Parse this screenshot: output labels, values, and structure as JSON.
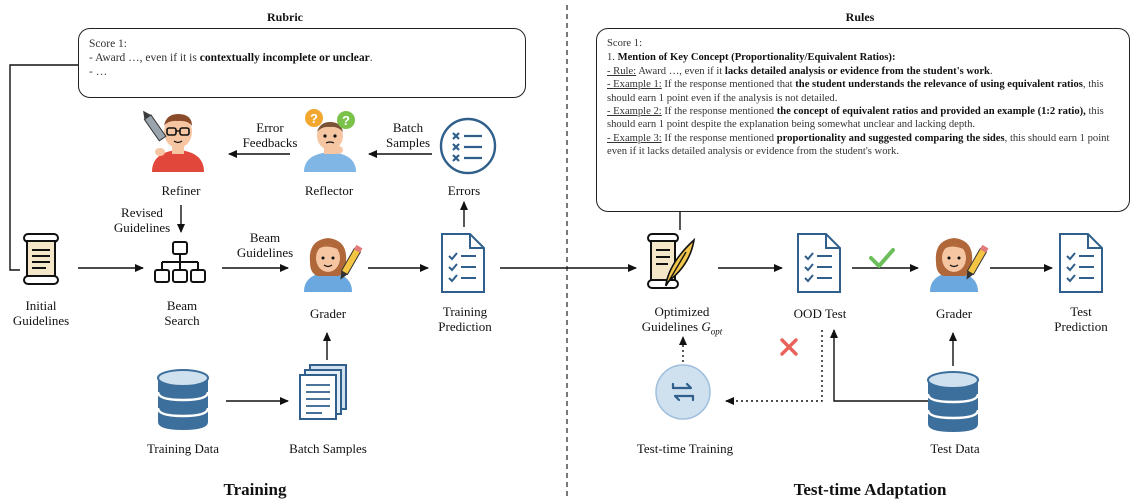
{
  "training": {
    "section_title": "Training",
    "rubric_title": "Rubric",
    "rubric_box": {
      "line1": "Score 1:",
      "line2_prefix": "- Award …, even if it is ",
      "line2_bold": "contextually incomplete or unclear",
      "line2_suffix": ".",
      "line3": "- …"
    },
    "nodes": {
      "refiner": "Refiner",
      "reflector": "Reflector",
      "errors": "Errors",
      "initial_guidelines": [
        "Initial",
        "Guidelines"
      ],
      "beam_search": [
        "Beam",
        "Search"
      ],
      "grader": "Grader",
      "training_prediction": [
        "Training",
        "Prediction"
      ],
      "training_data": "Training Data",
      "batch_samples": "Batch Samples"
    },
    "edges": {
      "error_feedbacks": [
        "Error",
        "Feedbacks"
      ],
      "batch_samples": [
        "Batch",
        "Samples"
      ],
      "revised_guidelines": [
        "Revised",
        "Guidelines"
      ],
      "beam_guidelines": [
        "Beam",
        "Guidelines"
      ]
    }
  },
  "adaptation": {
    "section_title": "Test-time Adaptation",
    "rules_title": "Rules",
    "rules_box": {
      "score": "Score 1:",
      "item_prefix": "1. ",
      "item_bold": "Mention of Key Concept (Proportionality/Equivalent Ratios):",
      "rule_label": "- Rule:",
      "rule_text": " Award …, even if it ",
      "rule_bold": "lacks detailed analysis or evidence from the student's work",
      "rule_end": ".",
      "ex1_label": "- Example 1:",
      "ex1_text": " If the response mentioned that ",
      "ex1_bold": "the student understands the relevance of using equivalent ratios",
      "ex1_end": ", this should earn 1 point even if the analysis is not detailed.",
      "ex2_label": "- Example 2:",
      "ex2_text": " If the response mentioned ",
      "ex2_bold": "the concept of equivalent ratios and provided an example (1:2 ratio),",
      "ex2_end": " this should earn 1 point despite the explanation being somewhat unclear and lacking depth.",
      "ex3_label": "- Example 3:",
      "ex3_text": " If the response mentioned ",
      "ex3_bold": "proportionality and suggested comparing the sides",
      "ex3_end": ", this should earn 1 point even if it lacks detailed analysis or evidence from the student's work."
    },
    "nodes": {
      "optimized_guidelines": "Optimized",
      "optimized_guidelines_2": "Guidelines ",
      "optimized_symbol": "G",
      "optimized_sub": "opt",
      "ood_test": "OOD Test",
      "grader": "Grader",
      "test_prediction": [
        "Test",
        "Prediction"
      ],
      "test_time_training": "Test-time Training",
      "test_data": "Test Data"
    }
  },
  "colors": {
    "database": "#3d6f9c",
    "database_light": "#cfe0ef",
    "check": "#6cbf5b",
    "cross": "#e8615a",
    "hair": "#b0683a",
    "skin": "#f6c6a3",
    "shirt": "#4b8fd1"
  }
}
